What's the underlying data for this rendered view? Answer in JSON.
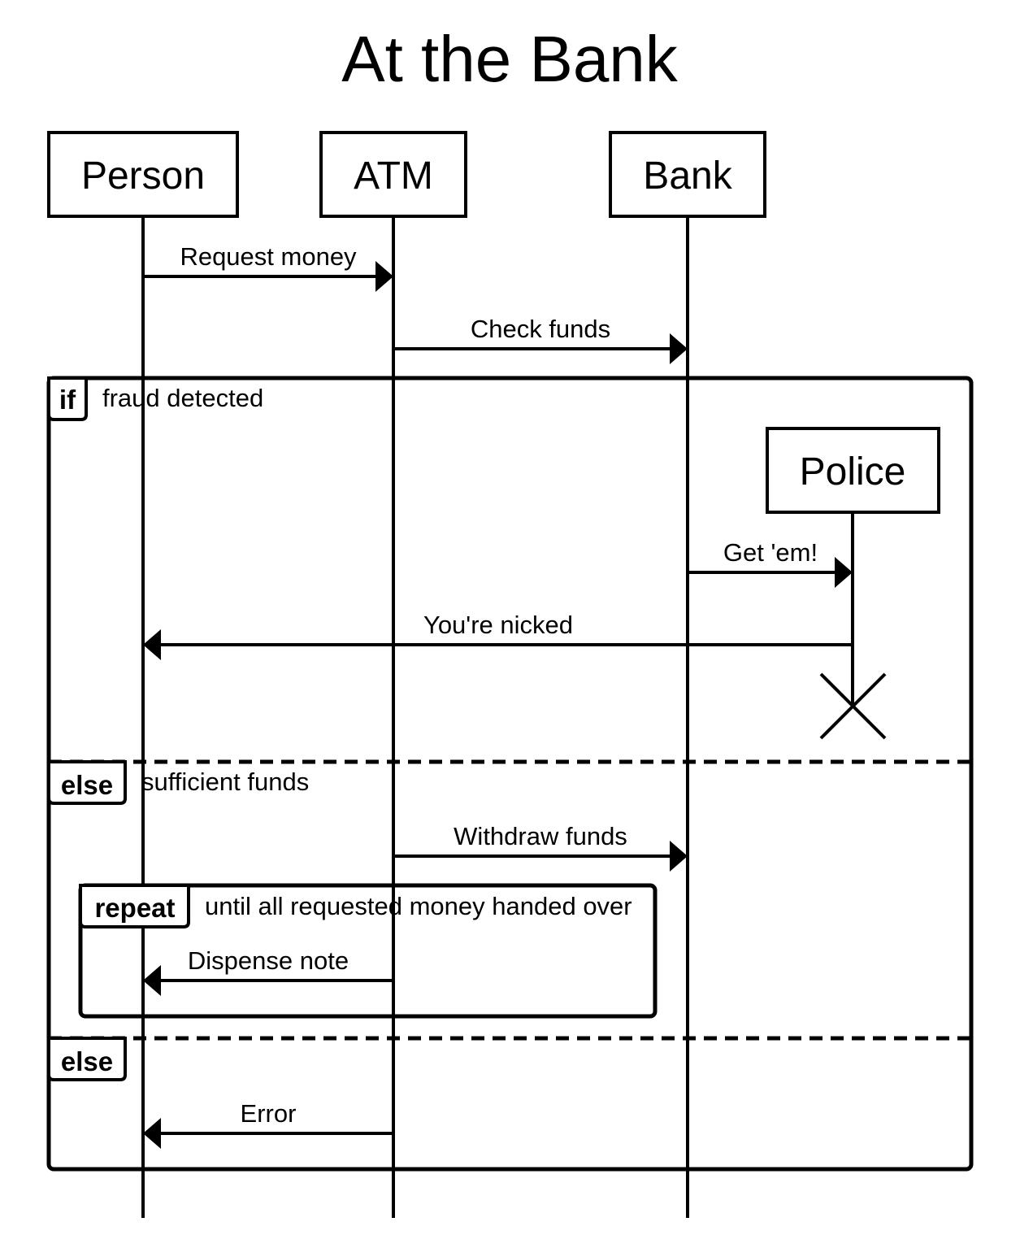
{
  "title": "At the Bank",
  "actors": {
    "person": "Person",
    "atm": "ATM",
    "bank": "Bank",
    "police": "Police"
  },
  "messages": {
    "request_money": "Request money",
    "check_funds": "Check funds",
    "get_em": "Get 'em!",
    "youre_nicked": "You're nicked",
    "withdraw_funds": "Withdraw funds",
    "dispense_note": "Dispense note",
    "error": "Error"
  },
  "fragments": {
    "if_tag": "if",
    "if_condition": "fraud detected",
    "else1_tag": "else",
    "else1_condition": "sufficient funds",
    "repeat_tag": "repeat",
    "repeat_condition": "until all requested money handed over",
    "else2_tag": "else"
  }
}
